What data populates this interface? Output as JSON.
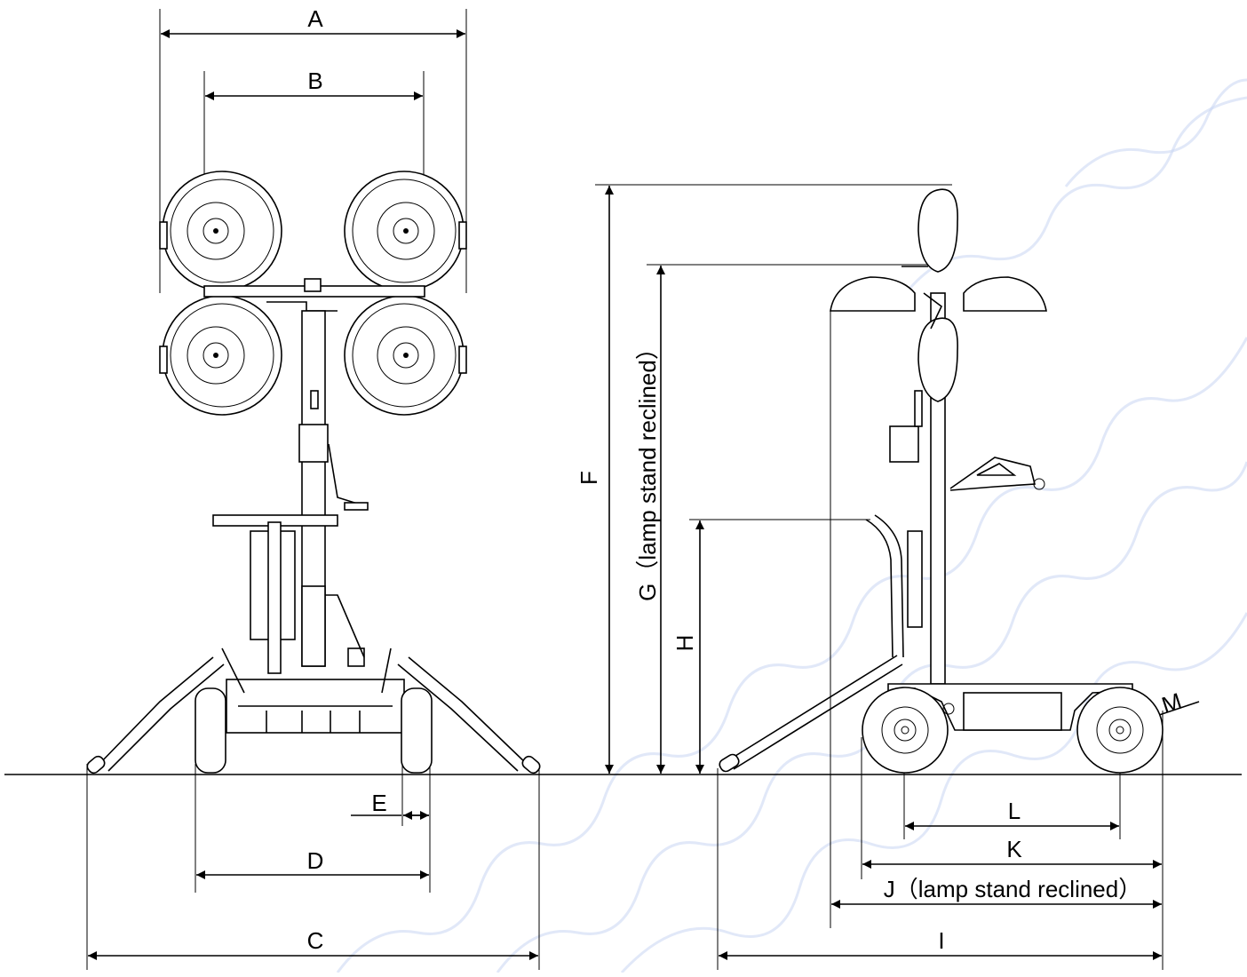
{
  "diagram": {
    "front_view": {
      "dimensions": {
        "a": "A",
        "b": "B",
        "c": "C",
        "d": "D",
        "e": "E"
      }
    },
    "side_view": {
      "dimensions": {
        "f": "F",
        "g": "G（lamp stand reclined）",
        "h": "H",
        "i": "I",
        "j": "J（lamp stand reclined）",
        "k": "K",
        "l": "L",
        "m": "M"
      }
    }
  },
  "colors": {
    "line": "#000000",
    "background": "#ffffff",
    "watermark": "#c9d6f3"
  }
}
